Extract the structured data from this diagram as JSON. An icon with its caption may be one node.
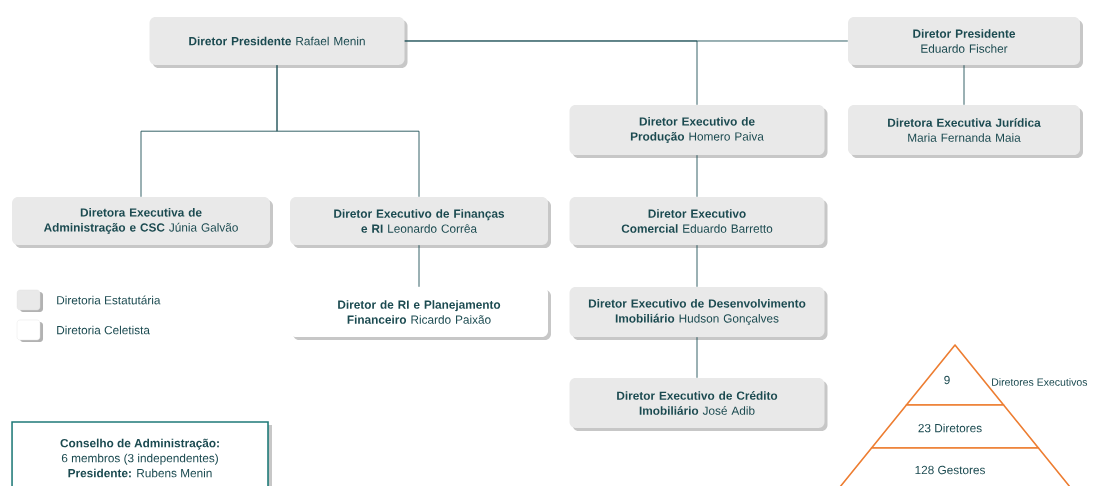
{
  "diagram": {
    "nodes": [
      {
        "text": [
          "**Diretor Presidente**  Rafael Menin"
        ]
      },
      {
        "text": [
          "**Diretor Presidente** Eduardo Fischer"
        ]
      },
      {
        "text": [
          "**Diretor Executivo de Produção** Homero Paiva"
        ]
      },
      {
        "text": [
          "**Diretora Executiva Jurídica** Maria Fernanda Maia"
        ]
      },
      {
        "text": [
          "**Diretora Executiva de Administração e CSC** Júnia Galvão"
        ]
      },
      {
        "text": [
          "**Diretor Executivo de Finanças e RI** Leonardo Corrêa"
        ]
      },
      {
        "text": [
          "**Diretor Executivo Comercial** Eduardo Barretto"
        ]
      },
      {
        "text": [
          "**Diretor de RI e Planejamento Financeiro** Ricardo Paixão"
        ]
      },
      {
        "text": [
          "**Diretor Executivo de Desenvolvimento Imobiliário** Hudson Gonçalves"
        ]
      },
      {
        "text": [
          "**Diretor Executivo de Crédito Imobiliário** José Adib"
        ]
      },
      {
        "text": [
          "Conselho de Administração:",
          "6 membros (3 independentes)",
          "**Presidente:** Rubens Menin"
        ]
      },
      {
        "text": [
          "9"
        ],
        "beside": [
          "Diretores Executivos"
        ]
      },
      {
        "text": [
          "23 Diretores"
        ]
      },
      {
        "text": [
          "128 Gestores"
        ]
      }
    ],
    "edges": [
      {
        "from": 0,
        "to": 1,
        "arrow": "none"
      },
      {
        "from": 0,
        "to": 2,
        "arrow": "none"
      },
      {
        "from": 1,
        "to": 3,
        "arrow": "none"
      },
      {
        "from": 0,
        "to": 4,
        "arrow": "none"
      },
      {
        "from": 0,
        "to": 5,
        "arrow": "none"
      },
      {
        "from": 5,
        "to": 7,
        "arrow": "none"
      },
      {
        "from": 2,
        "to": 6,
        "arrow": "none"
      },
      {
        "from": 6,
        "to": 8,
        "arrow": "none"
      },
      {
        "from": 8,
        "to": 9,
        "arrow": "none"
      }
    ],
    "legend": [
      {
        "text": "Diretoria Estatutária",
        "color": "#e9e9e9"
      },
      {
        "text": "Diretoria Celetista",
        "color": "#ffffff"
      }
    ]
  }
}
